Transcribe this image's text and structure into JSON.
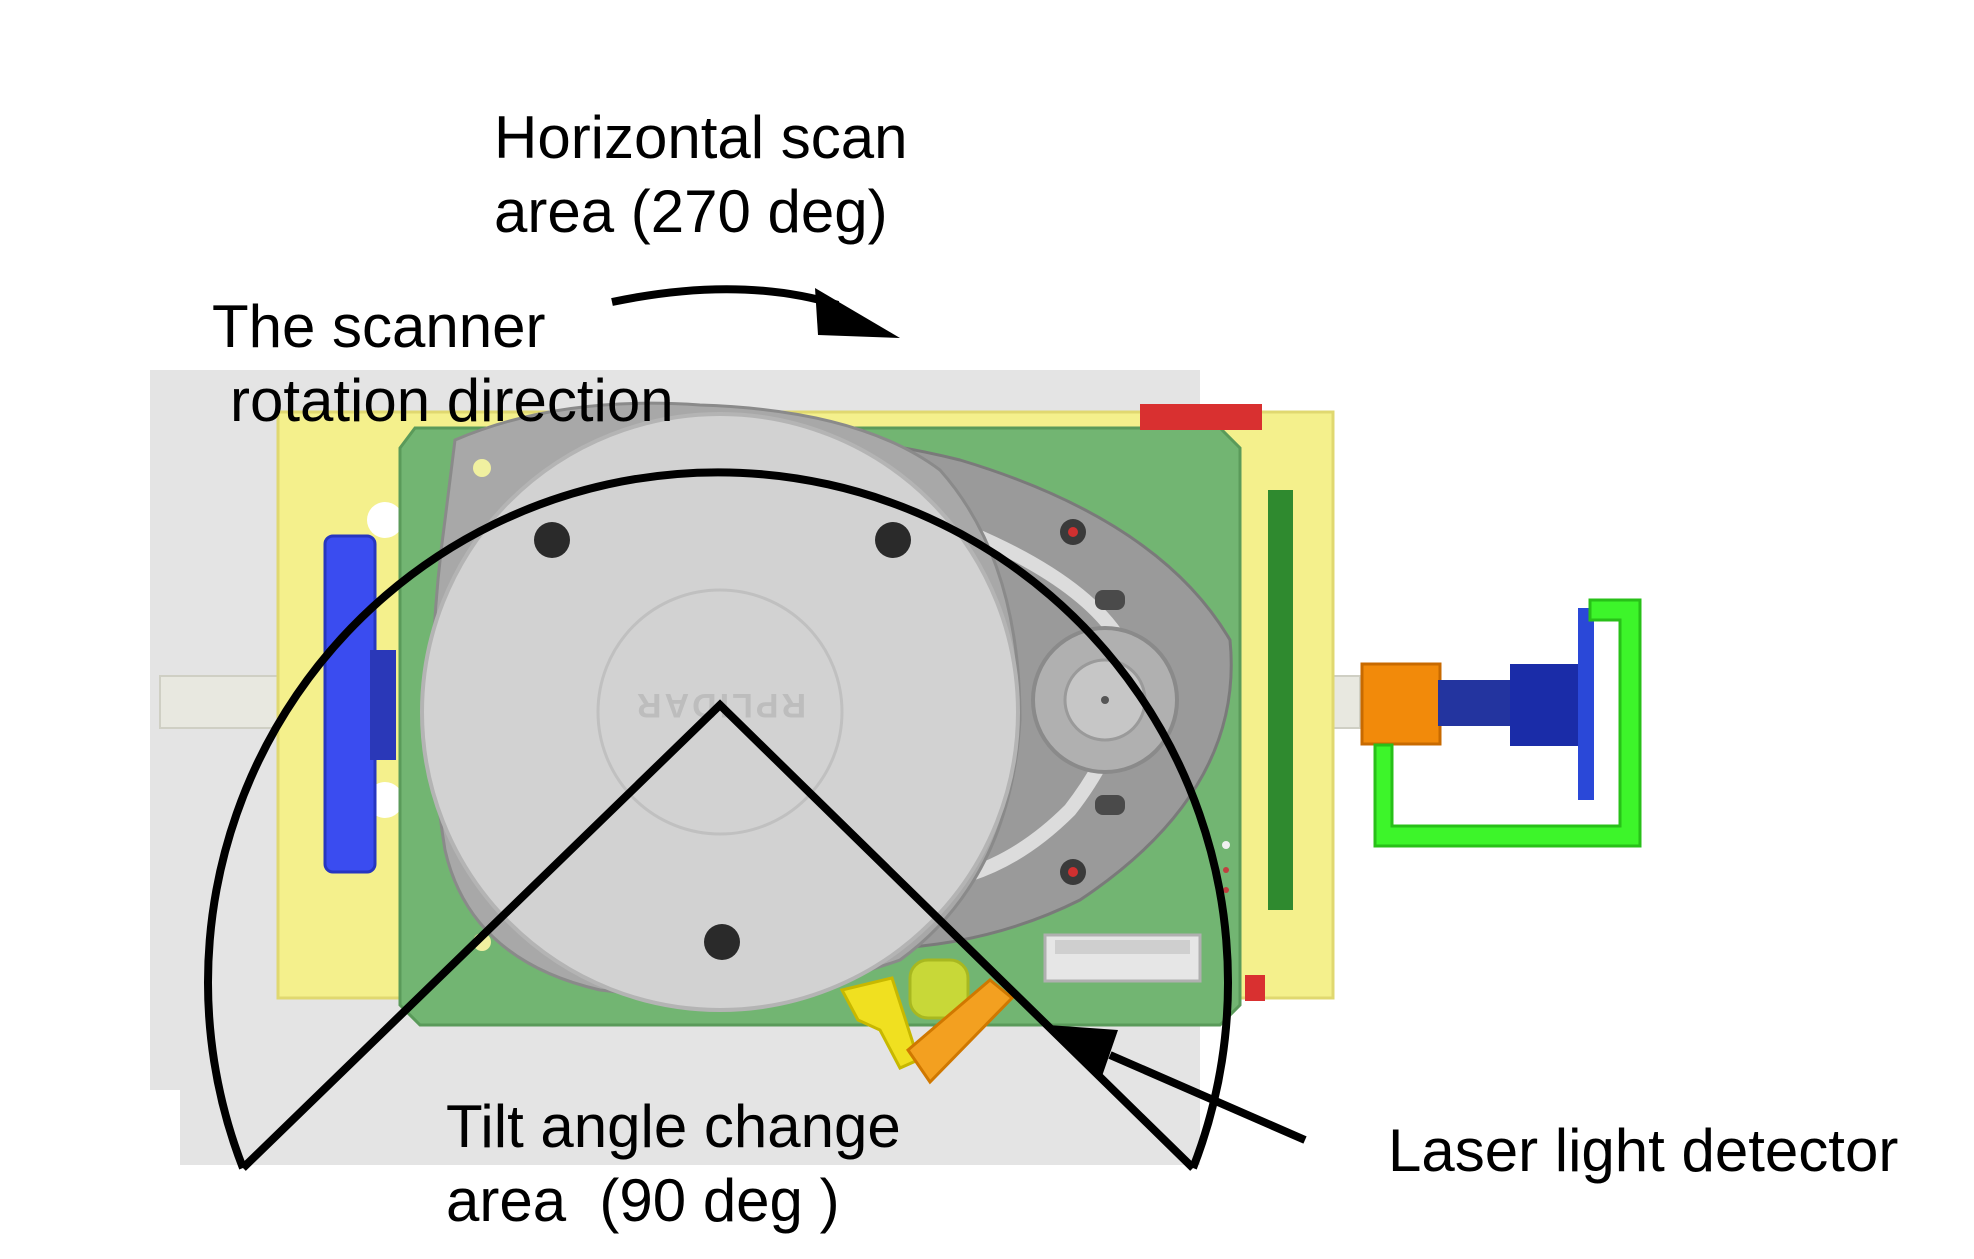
{
  "labels": {
    "horizontal_scan_line1": "Horizontal scan",
    "horizontal_scan_line2": "area (270 deg)",
    "rotation_line1": "The scanner",
    "rotation_line2": "rotation direction",
    "tilt_line1": "Tilt angle change",
    "tilt_line2": "area  (90 deg )",
    "detector": "Laser light detector"
  },
  "brand_mark": "RPLIDAR",
  "colors": {
    "base_plate": "#f4f08c",
    "pcb": "#72b572",
    "lidar_body": "#cfcfcf",
    "belt_housing": "#9a9a9a",
    "motor_mount": "#3a4cf0",
    "coupling": "#f28a0a",
    "shaft_coupler": "#1a2ca8",
    "bracket": "#3df52a",
    "red_part": "#d93030",
    "outline": "#000000"
  }
}
